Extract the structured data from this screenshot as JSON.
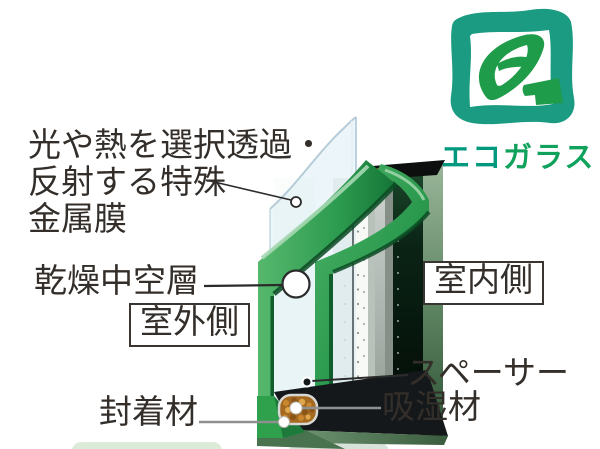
{
  "logo": {
    "icon": "eco-glass-leaf-logo",
    "text_eco": "エコ",
    "text_glass": "ガラス"
  },
  "callouts": {
    "metal_film": {
      "line1": "光や熱を選択透過・",
      "line2": "反射する特殊",
      "line3": "金属膜"
    },
    "dry_air_layer": {
      "label": "乾燥中空層"
    },
    "outdoor_side": {
      "label": "室外側"
    },
    "indoor_side": {
      "label": "室内側"
    },
    "spacer": {
      "label": "スペーサー"
    },
    "desiccant": {
      "label": "吸湿材"
    },
    "sealant": {
      "label": "封着材"
    }
  },
  "colors": {
    "logo_frame_teal": "#1a9b82",
    "logo_leaf_green": "#1f9c4a",
    "logo_text_eco": "#00997d",
    "logo_text_glass": "#10a25c",
    "film_green": "#2fa04c",
    "frame_dark_green": "#123f24",
    "desiccant_brown": "#a56a22",
    "label_text": "#332e2a"
  }
}
